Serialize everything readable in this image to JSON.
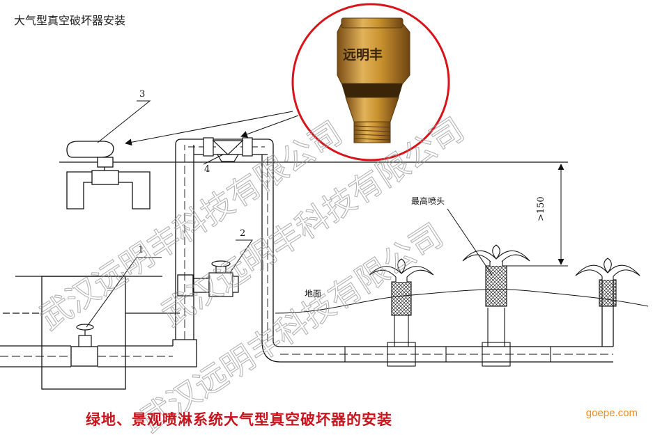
{
  "title": "大气型真空破坏器安装",
  "caption": "绿地、景观喷淋系统大气型真空破坏器的安装",
  "source": "goepe.com",
  "labels": {
    "item_1": "1",
    "item_2": "2",
    "item_3": "3",
    "item_4": "4",
    "highest_nozzle": "最高喷头",
    "ground": "地面",
    "dimension": ">150"
  },
  "product_photo": {
    "brand_text": "远明丰",
    "metal_color": "#c9922f",
    "ring_color": "#d8141a"
  },
  "watermark": {
    "line_1": "武汉远明丰科技有限公司",
    "line_2": "武汉远明丰科技有限公司",
    "line_3": "武汉远明丰科技有限公司"
  },
  "colors": {
    "caption": "#c8141c",
    "source": "#f08a1c",
    "line": "#111111"
  }
}
